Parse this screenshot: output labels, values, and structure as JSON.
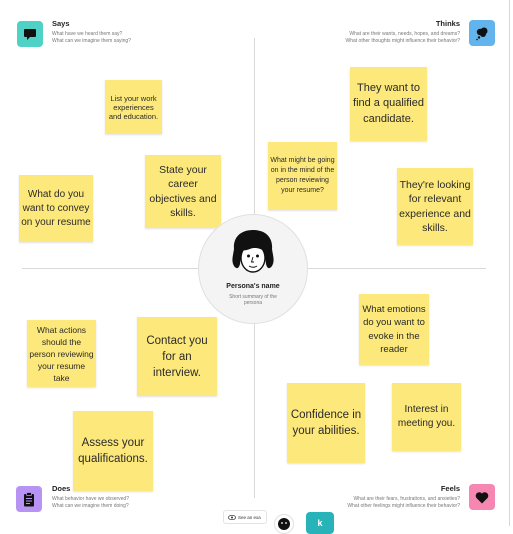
{
  "quadrants": {
    "says": {
      "title": "Says",
      "subtitle_1": "What have we heard them say?",
      "subtitle_2": "What can we imagine them saying?",
      "icon": "speech-bubble-icon",
      "color": "#4fd1c5"
    },
    "thinks": {
      "title": "Thinks",
      "subtitle_1": "What are their wants, needs, hopes, and dreams?",
      "subtitle_2": "What other thoughts might influence their behavior?",
      "icon": "thought-cloud-icon",
      "color": "#63b3ed"
    },
    "does": {
      "title": "Does",
      "subtitle_1": "What behavior have we observed?",
      "subtitle_2": "What can we imagine them doing?",
      "icon": "clipboard-icon",
      "color": "#b794f4"
    },
    "feels": {
      "title": "Feels",
      "subtitle_1": "What are their fears, frustrations, and anxieties?",
      "subtitle_2": "What other feelings might influence their behavior?",
      "icon": "heart-icon",
      "color": "#f687b3"
    }
  },
  "persona": {
    "name": "Persona's name",
    "summary": "Short summary of the persona"
  },
  "notes": {
    "n1": "List your work experiences and education.",
    "n2": "What do you want to convey on your resume",
    "n3": "State your career objectives and skills.",
    "n4": "They want to find a qualified candidate.",
    "n5": "What might be going on in the mind of the person reviewing your resume?",
    "n6": "They're looking for relevant experience and skills.",
    "n7": "What actions should the person reviewing your resume take",
    "n8": "Contact you for an interview.",
    "n9": "Assess your qualifications.",
    "n10": "What emotions do you want to evoke in the reader",
    "n11": "Confidence in your abilities.",
    "n12": "Interest in meeting you."
  },
  "toolbar": {
    "pill_label": "See an exa",
    "teal_label": "k"
  },
  "note_color": "#fde97b"
}
